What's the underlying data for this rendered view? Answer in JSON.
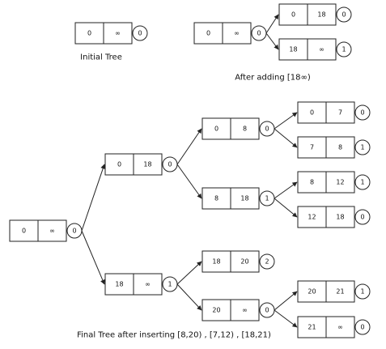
{
  "captions": {
    "initial": "Initial Tree",
    "after_adding": "After adding [18∞)",
    "final": "Final Tree after inserting [8,20) , [7,12) , [18,21)"
  },
  "trees": {
    "initial": {
      "root": {
        "left": "0",
        "right": "∞",
        "count": "0"
      }
    },
    "after_adding": {
      "root": {
        "left": "0",
        "right": "∞",
        "count": "0"
      },
      "top_child": {
        "left": "0",
        "right": "18",
        "count": "0"
      },
      "bottom_child": {
        "left": "18",
        "right": "∞",
        "count": "1"
      }
    },
    "final": {
      "root": {
        "left": "0",
        "right": "∞",
        "count": "0"
      },
      "n_0_18": {
        "left": "0",
        "right": "18",
        "count": "0"
      },
      "n_18_inf": {
        "left": "18",
        "right": "∞",
        "count": "1"
      },
      "n_0_8": {
        "left": "0",
        "right": "8",
        "count": "0"
      },
      "n_8_18": {
        "left": "8",
        "right": "18",
        "count": "1"
      },
      "n_18_20": {
        "left": "18",
        "right": "20",
        "count": "2"
      },
      "n_20_inf": {
        "left": "20",
        "right": "∞",
        "count": "0"
      },
      "n_0_7": {
        "left": "0",
        "right": "7",
        "count": "0"
      },
      "n_7_8": {
        "left": "7",
        "right": "8",
        "count": "1"
      },
      "n_8_12": {
        "left": "8",
        "right": "12",
        "count": "1"
      },
      "n_12_18": {
        "left": "12",
        "right": "18",
        "count": "0"
      },
      "n_20_21": {
        "left": "20",
        "right": "21",
        "count": "1"
      },
      "n_21_inf": {
        "left": "21",
        "right": "∞",
        "count": "0"
      }
    }
  }
}
